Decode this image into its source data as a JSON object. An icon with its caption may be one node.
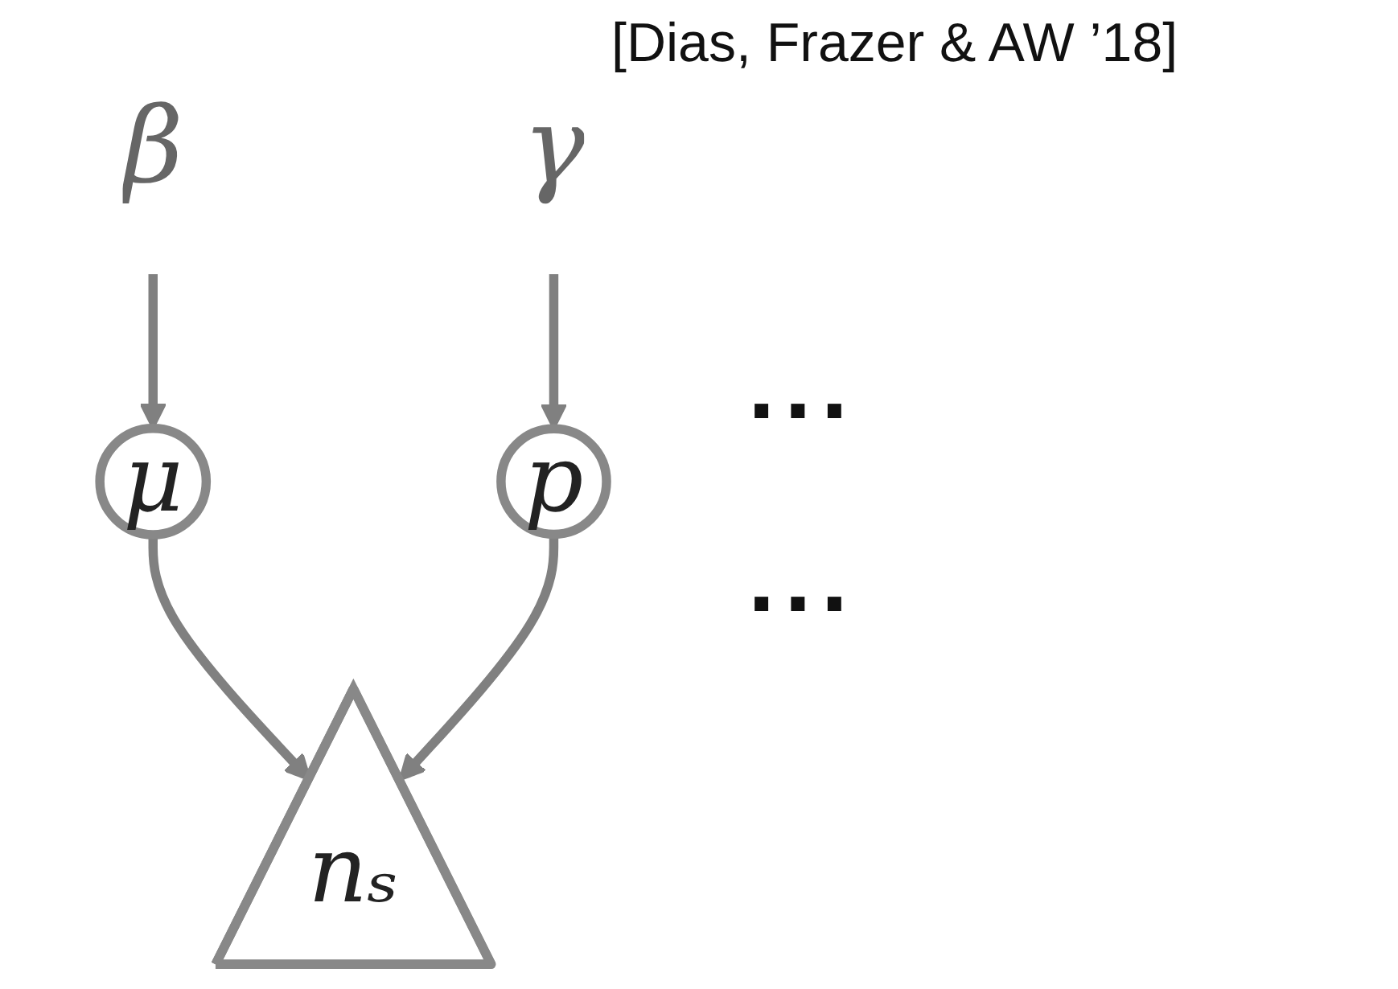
{
  "diagram": {
    "nodes": [
      {
        "text": [
          "β"
        ]
      },
      {
        "text": [
          "γ"
        ]
      },
      {
        "text": [
          "μ"
        ]
      },
      {
        "text": [
          "p"
        ]
      },
      {
        "text": [
          "nₛ"
        ]
      }
    ],
    "edges": [
      {
        "from": 0,
        "to": 2,
        "arrow": "to"
      },
      {
        "from": 1,
        "to": 3,
        "arrow": "to"
      },
      {
        "from": 2,
        "to": 4,
        "arrow": "to"
      },
      {
        "from": 3,
        "to": 4,
        "arrow": "to"
      }
    ],
    "labels": [
      "[Dias, Frazer & AW ’18]",
      "...",
      "..."
    ]
  }
}
